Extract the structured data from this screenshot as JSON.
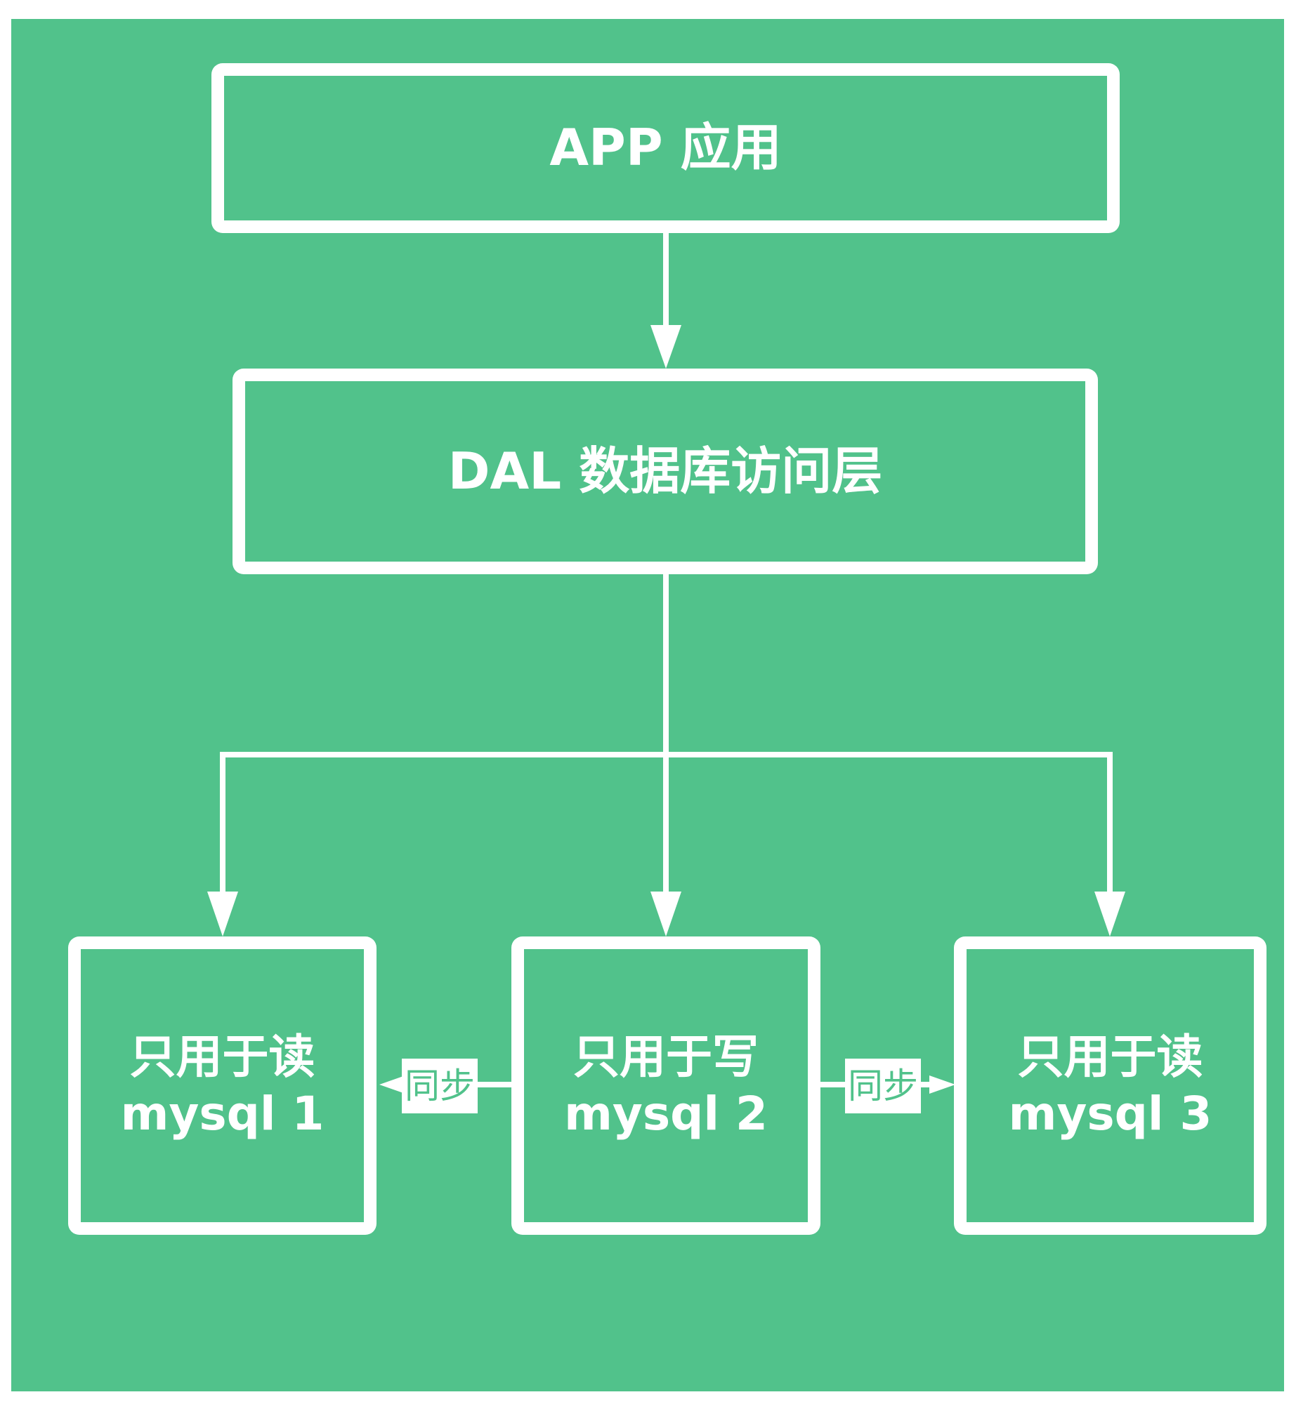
{
  "colors": {
    "background": "#51c28b",
    "foreground": "#ffffff"
  },
  "nodes": {
    "app": {
      "label": "APP 应用"
    },
    "dal": {
      "label": "DAL 数据库访问层"
    },
    "mysql1": {
      "role": "只用于读",
      "name": "mysql 1"
    },
    "mysql2": {
      "role": "只用于写",
      "name": "mysql 2"
    },
    "mysql3": {
      "role": "只用于读",
      "name": "mysql 3"
    }
  },
  "edges": [
    {
      "from": "app",
      "to": "dal",
      "label": ""
    },
    {
      "from": "dal",
      "to": "mysql1",
      "label": ""
    },
    {
      "from": "dal",
      "to": "mysql2",
      "label": ""
    },
    {
      "from": "dal",
      "to": "mysql3",
      "label": ""
    },
    {
      "from": "mysql2",
      "to": "mysql1",
      "label": "同步"
    },
    {
      "from": "mysql2",
      "to": "mysql3",
      "label": "同步"
    }
  ]
}
